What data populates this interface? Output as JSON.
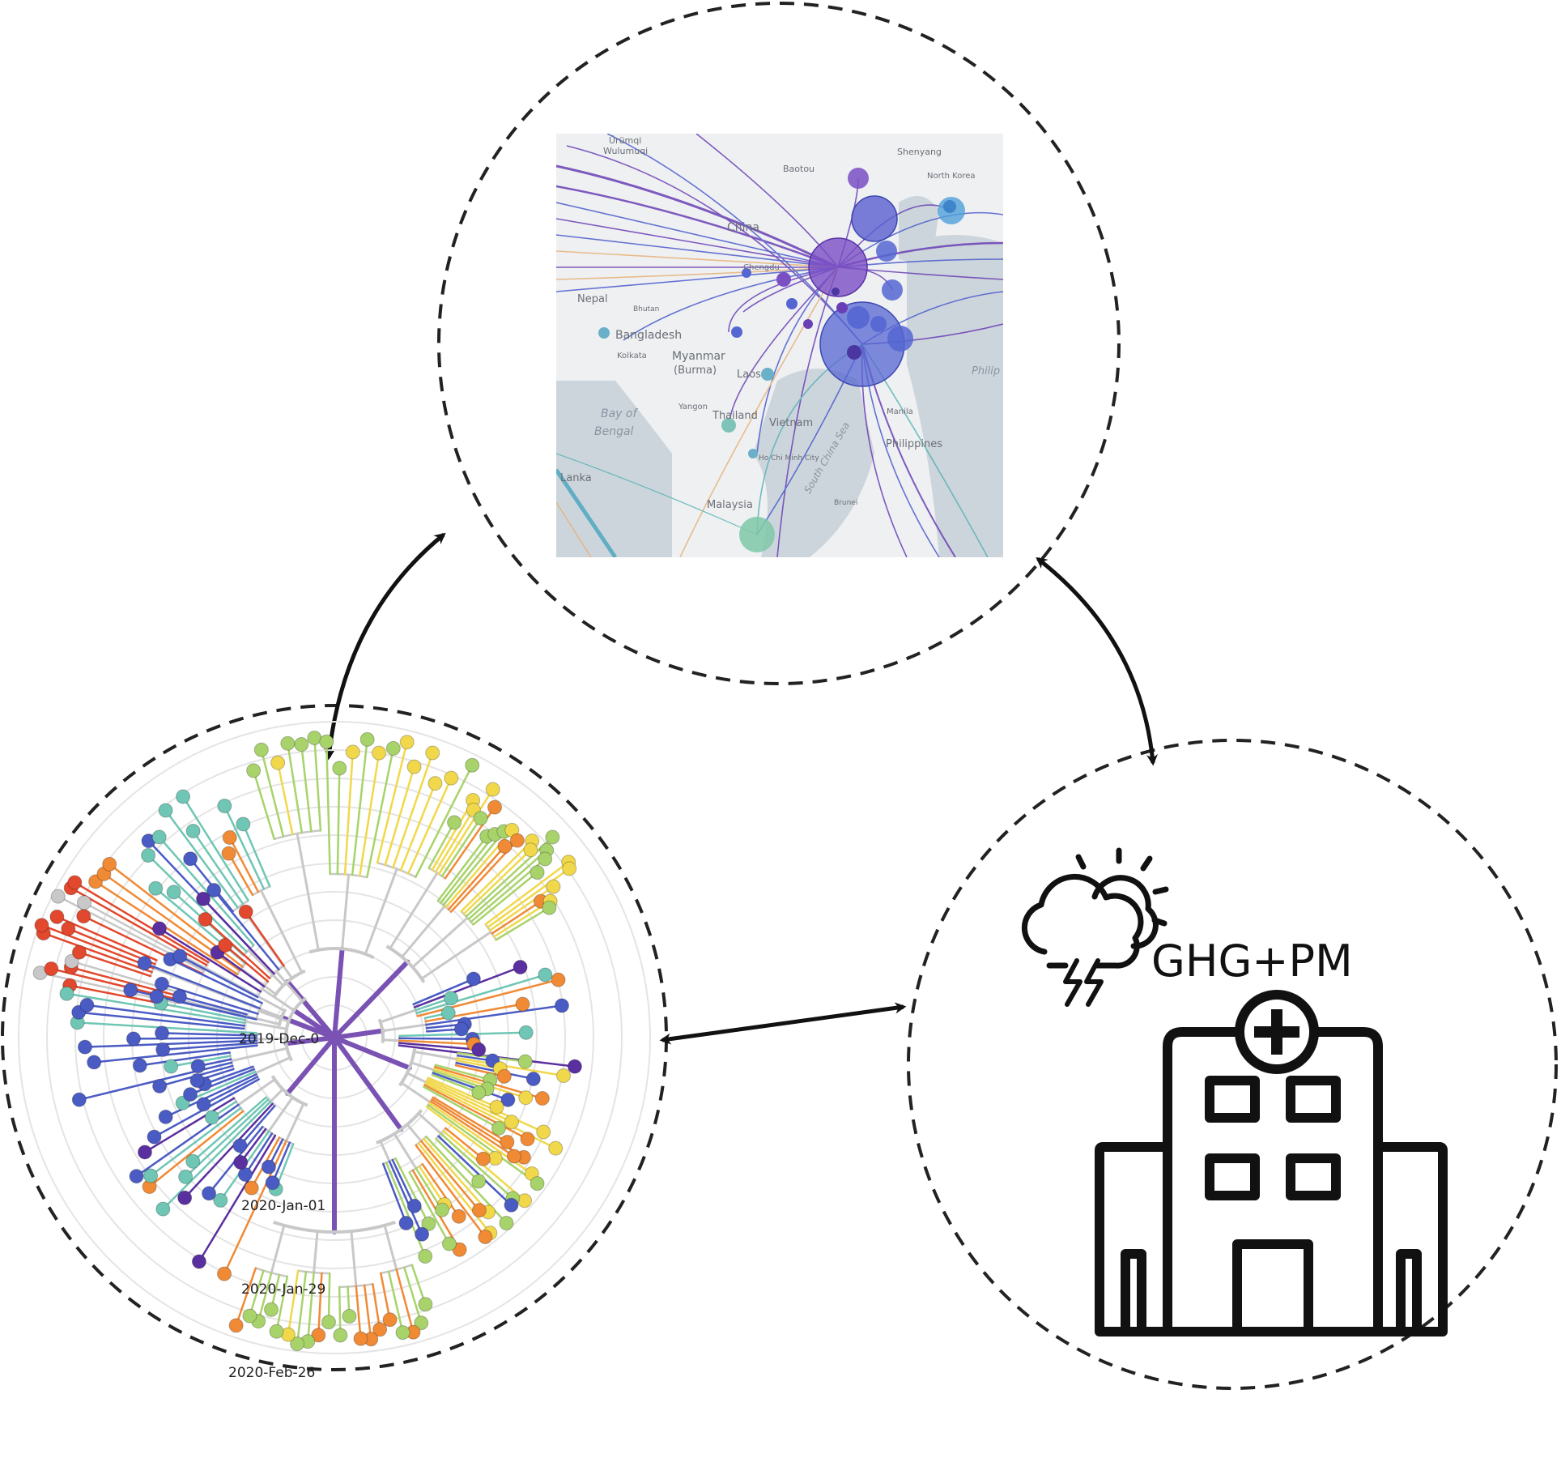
{
  "diagram": {
    "map_panel": {
      "places": [
        "Ürümqi",
        "Wulumuqi",
        "Baotou",
        "Shenyang",
        "North Korea",
        "China",
        "Chengdu",
        "Nepal",
        "Bhutan",
        "Bangladesh",
        "Kolkata",
        "Myanmar",
        "(Burma)",
        "Laos",
        "Yangon",
        "Thailand",
        "Vietnam",
        "Ho Chi Minh City",
        "Manila",
        "Philippines",
        "Malaysia",
        "Brunei",
        "Lanka",
        "Bay of",
        "Bengal",
        "South China Sea",
        "Philip"
      ],
      "colors": {
        "background": "#eef0f2",
        "water": "#cdd5dc",
        "route_purple": "#6a3fb5",
        "route_blue": "#4b5ccc",
        "route_teal": "#5ab3b5",
        "route_orange": "#e8b27a"
      }
    },
    "tree_panel": {
      "date_labels": [
        "2019-Dec-0",
        "2020-Jan-01",
        "2020-Jan-29",
        "2020-Feb-26"
      ],
      "colors": {
        "trunk": "#7a52b3",
        "grey": "#c8c8c8",
        "red": "#e2482d",
        "orange": "#f08a35",
        "yellow": "#f1d84a",
        "green": "#a8d36a",
        "teal": "#6fc6b4",
        "blue": "#4a5bc4",
        "purple": "#5a2fa0"
      }
    },
    "health_panel": {
      "label": "GHG+PM",
      "icons": [
        "weather-storm-sun-icon",
        "hospital-icon"
      ]
    },
    "arrows": [
      "map-tree",
      "map-health",
      "tree-health"
    ]
  }
}
